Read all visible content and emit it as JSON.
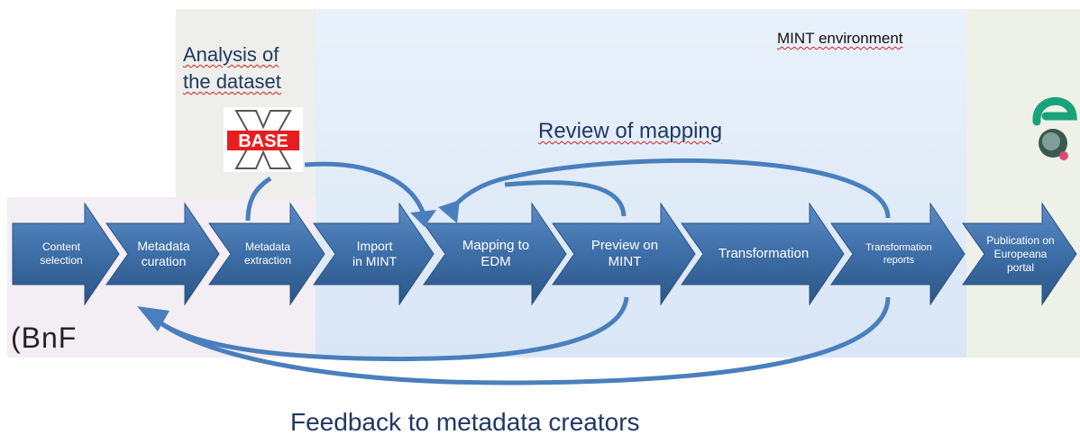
{
  "regions": {
    "mint_environment": "MINT environment",
    "analysis": "Analysis of\nthe dataset",
    "bnf": "(BnF"
  },
  "annotations": {
    "review": "Review of mapping",
    "feedback": "Feedback to metadata creators"
  },
  "logos": {
    "basex": "BASE X",
    "europeana": "e"
  },
  "steps": [
    {
      "label": "Content\nselection"
    },
    {
      "label": "Metadata\ncuration"
    },
    {
      "label": "Metadata\nextraction"
    },
    {
      "label": "Import\nin MINT"
    },
    {
      "label": "Mapping  to\nEDM"
    },
    {
      "label": "Preview on\nMINT"
    },
    {
      "label": "Transformation"
    },
    {
      "label": "Transformation\nreports"
    },
    {
      "label": "Publication on\nEuropeana\nportal"
    }
  ],
  "colors": {
    "arrow": "#3d6ea7",
    "arrow_dark": "#2c5686",
    "flow": "#4a7fbd"
  }
}
